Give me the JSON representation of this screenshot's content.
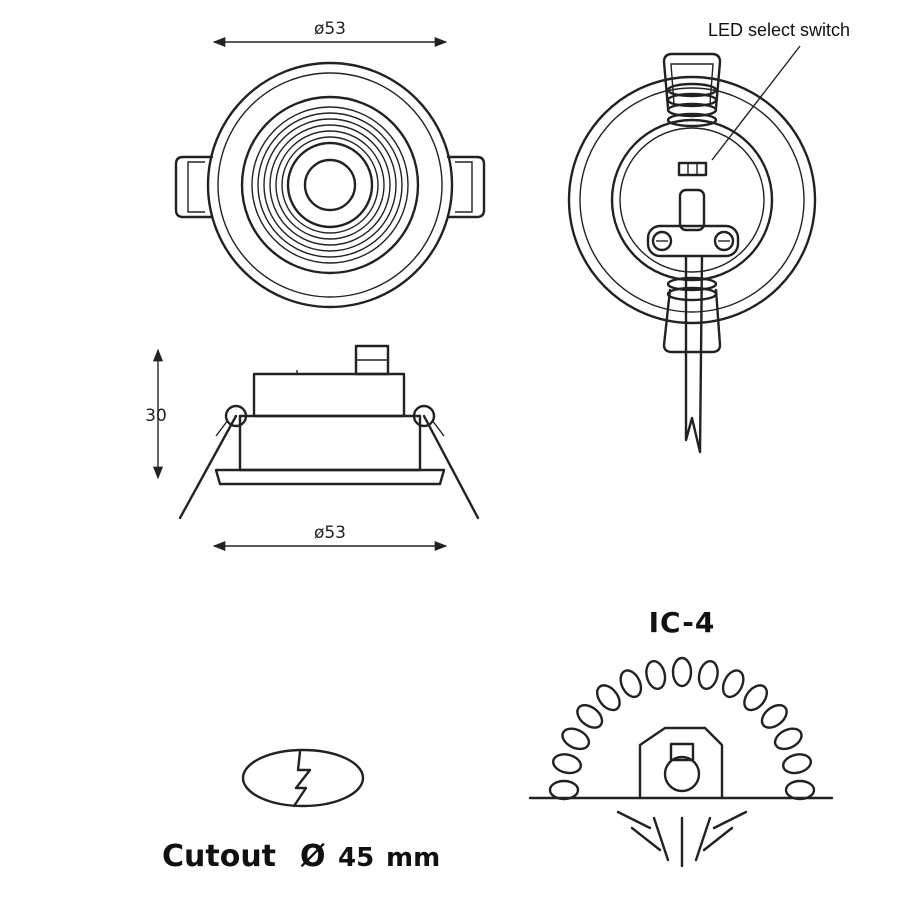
{
  "dimensions": {
    "top_diameter": "ø53",
    "side_height": "30",
    "side_diameter": "ø53"
  },
  "callouts": {
    "led_switch": "LED select switch"
  },
  "ic_rating": {
    "label": "IC-4"
  },
  "cutout": {
    "label": "Cutout",
    "symbol": "Ø",
    "value": "45",
    "unit": "mm"
  }
}
